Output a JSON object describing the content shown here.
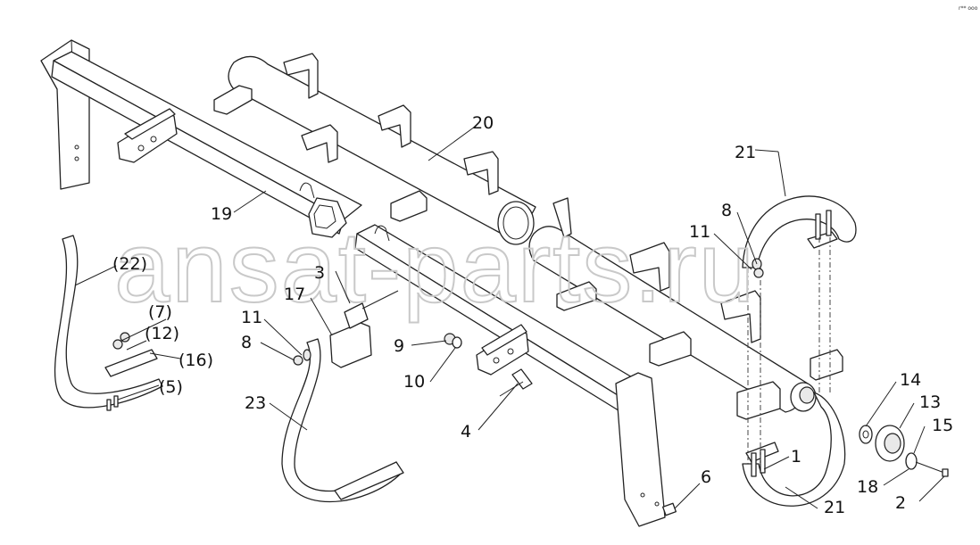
{
  "watermark": "ansat-parts.ru",
  "corner_ref": "r** ooo",
  "callouts": [
    {
      "id": "c1",
      "label": "1"
    },
    {
      "id": "c2",
      "label": "2"
    },
    {
      "id": "c3",
      "label": "3"
    },
    {
      "id": "c4",
      "label": "4"
    },
    {
      "id": "c5",
      "label": "(5)"
    },
    {
      "id": "c6",
      "label": "6"
    },
    {
      "id": "c7",
      "label": "(7)"
    },
    {
      "id": "c8a",
      "label": "8"
    },
    {
      "id": "c8b",
      "label": "8"
    },
    {
      "id": "c9",
      "label": "9"
    },
    {
      "id": "c10",
      "label": "10"
    },
    {
      "id": "c11a",
      "label": "11"
    },
    {
      "id": "c11b",
      "label": "11"
    },
    {
      "id": "c12",
      "label": "(12)"
    },
    {
      "id": "c13",
      "label": "13"
    },
    {
      "id": "c14",
      "label": "14"
    },
    {
      "id": "c15",
      "label": "15"
    },
    {
      "id": "c16",
      "label": "(16)"
    },
    {
      "id": "c17",
      "label": "17"
    },
    {
      "id": "c18",
      "label": "18"
    },
    {
      "id": "c19",
      "label": "19"
    },
    {
      "id": "c20",
      "label": "20"
    },
    {
      "id": "c21a",
      "label": "21"
    },
    {
      "id": "c21b",
      "label": "21"
    },
    {
      "id": "c22",
      "label": "(22)"
    },
    {
      "id": "c23",
      "label": "23"
    }
  ]
}
